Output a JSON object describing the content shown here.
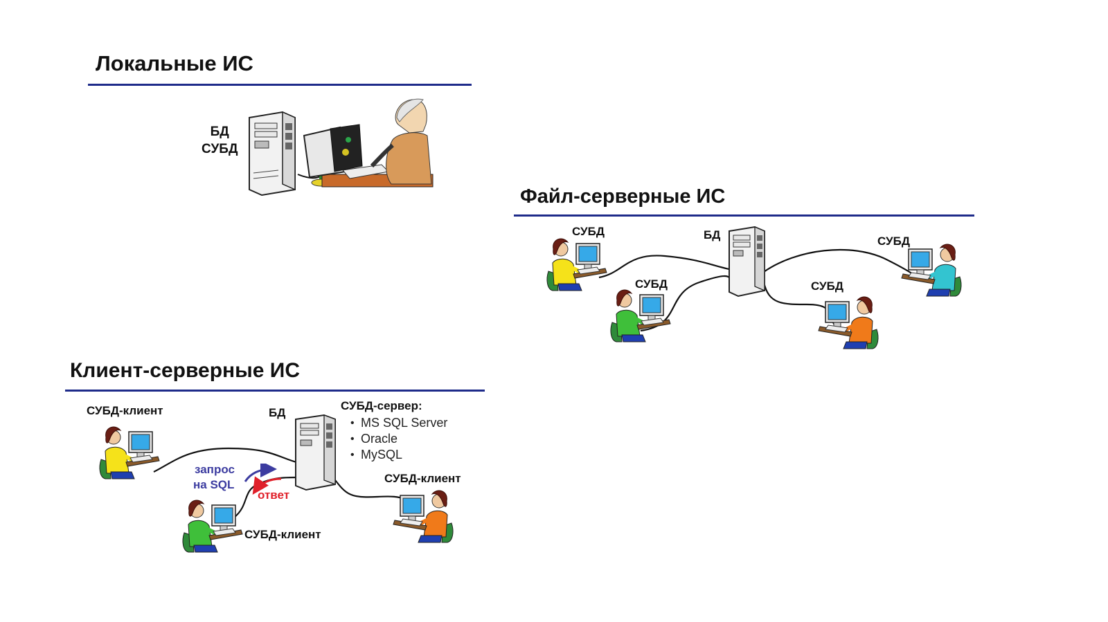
{
  "local": {
    "title": "Локальные ИС",
    "db_label": "БД",
    "dbms_label": "СУБД"
  },
  "file_server": {
    "title": "Файл-серверные ИС",
    "db_label": "БД",
    "client_labels": [
      "СУБД",
      "СУБД",
      "СУБД",
      "СУБД"
    ]
  },
  "client_server": {
    "title": "Клиент-серверные ИС",
    "db_label": "БД",
    "server_title": "СУБД-сервер:",
    "server_products": [
      "MS SQL Server",
      "Oracle",
      "MySQL"
    ],
    "client_labels": [
      "СУБД-клиент",
      "СУБД-клиент",
      "СУБД-клиент"
    ],
    "request_line1": "запрос",
    "request_line2": "на SQL",
    "response_label": "ответ"
  },
  "colors": {
    "heading_rule": "#1e2b8a",
    "request": "#3c3ca0",
    "response": "#e0202a",
    "shirt_yellow": "#f5e21a",
    "shirt_green": "#3fbf3a",
    "shirt_orange": "#f07a1a",
    "shirt_cyan": "#33c4d0",
    "monitor_screen": "#36a9e8"
  },
  "icons": [
    "server-tower-icon",
    "workstation-user-icon",
    "person-at-computer-icon",
    "desk-lamp-icon"
  ]
}
